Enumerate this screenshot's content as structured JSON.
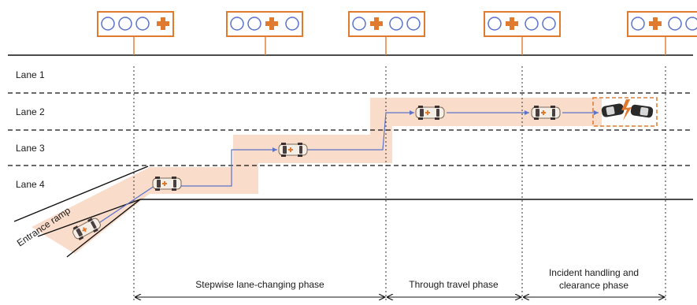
{
  "lanes": [
    {
      "label": "Lane 1"
    },
    {
      "label": "Lane 2"
    },
    {
      "label": "Lane 3"
    },
    {
      "label": "Lane 4"
    }
  ],
  "ramp_label": "Entrance ramp",
  "phases": [
    {
      "label": "Stepwise lane-changing phase"
    },
    {
      "label": "Through travel phase"
    },
    {
      "label_line1": "Incident handling and",
      "label_line2": "clearance phase"
    }
  ],
  "signs": [
    {
      "symbols": [
        "circle",
        "circle",
        "circle",
        "cross"
      ]
    },
    {
      "symbols": [
        "circle",
        "circle",
        "cross",
        "circle"
      ]
    },
    {
      "symbols": [
        "circle",
        "cross",
        "circle",
        "circle"
      ]
    },
    {
      "symbols": [
        "circle",
        "cross",
        "circle",
        "circle"
      ]
    },
    {
      "symbols": [
        "circle",
        "cross",
        "circle",
        "circle"
      ]
    }
  ],
  "colors": {
    "accent": "#e07a2e",
    "highlight": "#f9dcc9",
    "path": "#5b73c9",
    "incident_vehicle": "#2a2a2a"
  },
  "icons": {
    "response_vehicle": "ambulance-icon",
    "incident_vehicles": "crashed-car-icon"
  }
}
